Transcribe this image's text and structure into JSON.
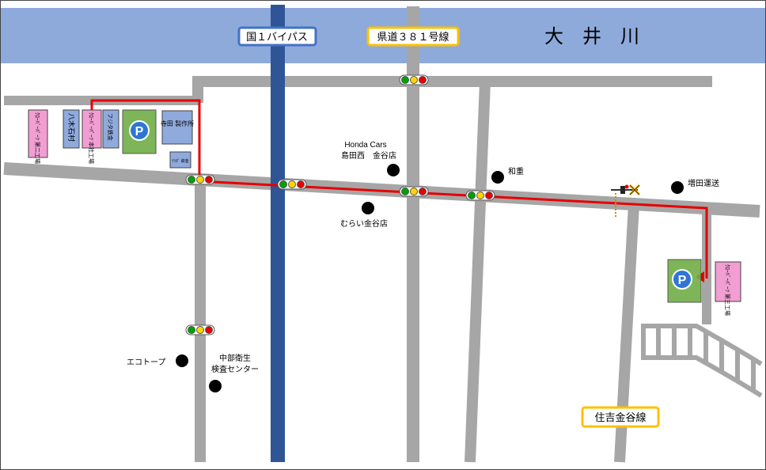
{
  "river": {
    "label": "大　井　川"
  },
  "road_labels": {
    "route1": "国１バイパス",
    "prefectural": "県道３８１号線",
    "sumiyoshi": "住吉金谷線"
  },
  "buildings": {
    "factory_2": "ｸﾛｰﾊﾞｰﾊﾟｰﾂ 第二工場",
    "hakiishimura": "八木石村",
    "honsha": "ｸﾛｰﾊﾞｰﾊﾟｰﾂ 本社工場",
    "fujita": "フジタ鉄金",
    "parking_1": "P",
    "terada": "寺田 製作所",
    "small_shop": "ﾃﾗﾀﾞ 鉄金",
    "parking_2": "P",
    "factory_3": "ｸﾛｰﾊﾞｰﾊﾟｰﾂ 第三工場"
  },
  "landmarks": {
    "honda_line1": "Honda Cars",
    "honda_line2": "島田西　金谷店",
    "murai": "むらい金谷店",
    "wajyu": "和重",
    "masuda": "増田運送",
    "ecotope": "エコトープ",
    "chubu_line1": "中部衛生",
    "chubu_line2": "検査センター"
  },
  "colors": {
    "river": "#8eaadb",
    "road": "#a6a6a6",
    "highway": "#2f5597",
    "route": "#e60000",
    "parking": "#70ad47",
    "factory": "#f19ed2",
    "building": "#8faadc",
    "label_blue_border": "#4472c4",
    "label_yellow_border": "#ffc000"
  }
}
